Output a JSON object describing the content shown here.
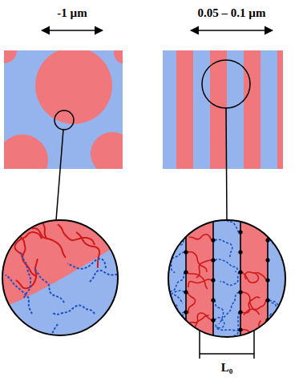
{
  "diagram": {
    "labels": [
      "-1 µm",
      "0.05 – 0.1 µm",
      "L₀"
    ]
  }
}
